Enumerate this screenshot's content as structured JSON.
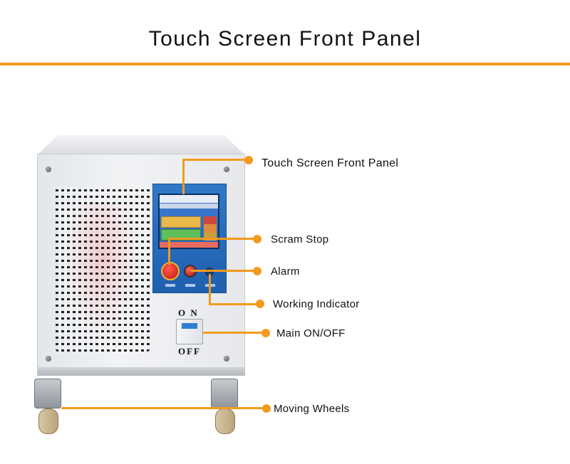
{
  "title": "Touch Screen Front Panel",
  "switch_labels": {
    "on": "O N",
    "off": "OFF"
  },
  "callouts": [
    {
      "label": "Touch Screen Front Panel"
    },
    {
      "label": "Scram Stop"
    },
    {
      "label": "Alarm"
    },
    {
      "label": "Working Indicator"
    },
    {
      "label": "Main ON/OFF"
    },
    {
      "label": "Moving Wheels"
    }
  ],
  "colors": {
    "accent": "#f39a1e",
    "panel_blue": "#2f79c9",
    "cabinet": "#e9ecef"
  }
}
